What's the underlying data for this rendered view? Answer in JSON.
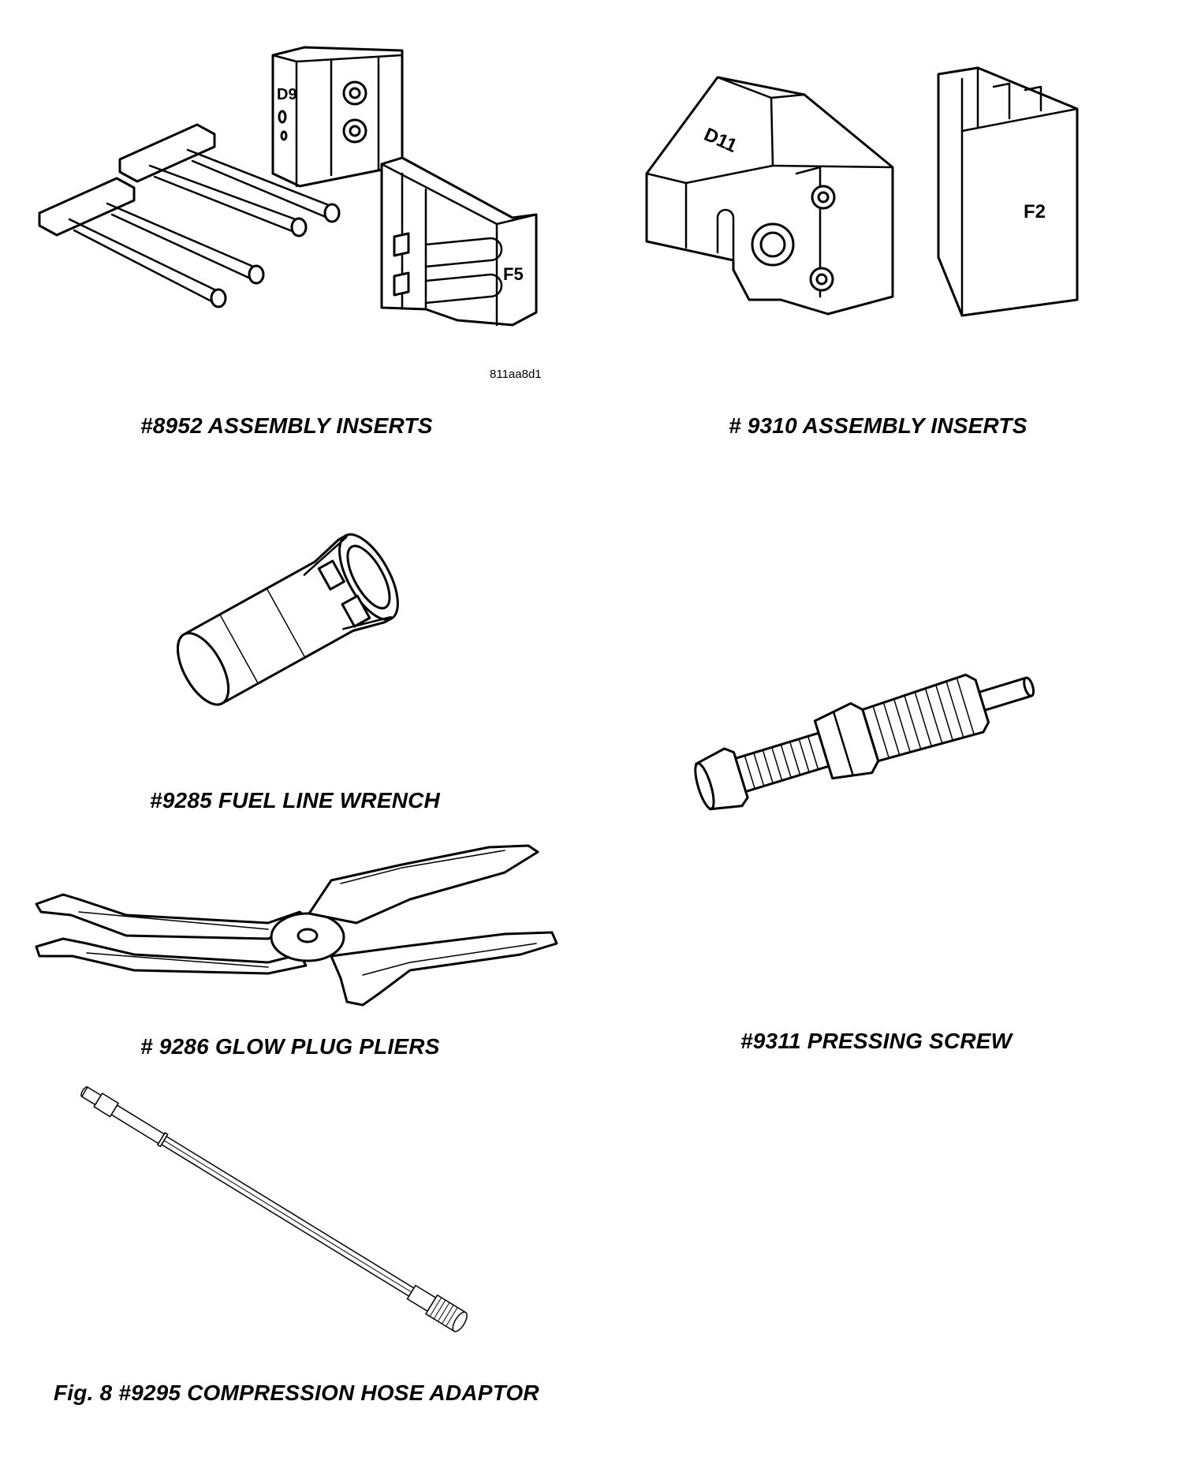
{
  "figure_code": "811aa8d1",
  "tools": [
    {
      "caption": "#8952 ASSEMBLY INSERTS",
      "labels": [
        "D9",
        "F5"
      ]
    },
    {
      "caption": "# 9310 ASSEMBLY INSERTS",
      "labels": [
        "D11",
        "F2"
      ]
    },
    {
      "caption": "#9285 FUEL LINE WRENCH"
    },
    {
      "caption": "#9311 PRESSING SCREW"
    },
    {
      "caption": "# 9286 GLOW PLUG PLIERS"
    },
    {
      "caption": "Fig. 8 #9295 COMPRESSION HOSE ADAPTOR"
    }
  ]
}
